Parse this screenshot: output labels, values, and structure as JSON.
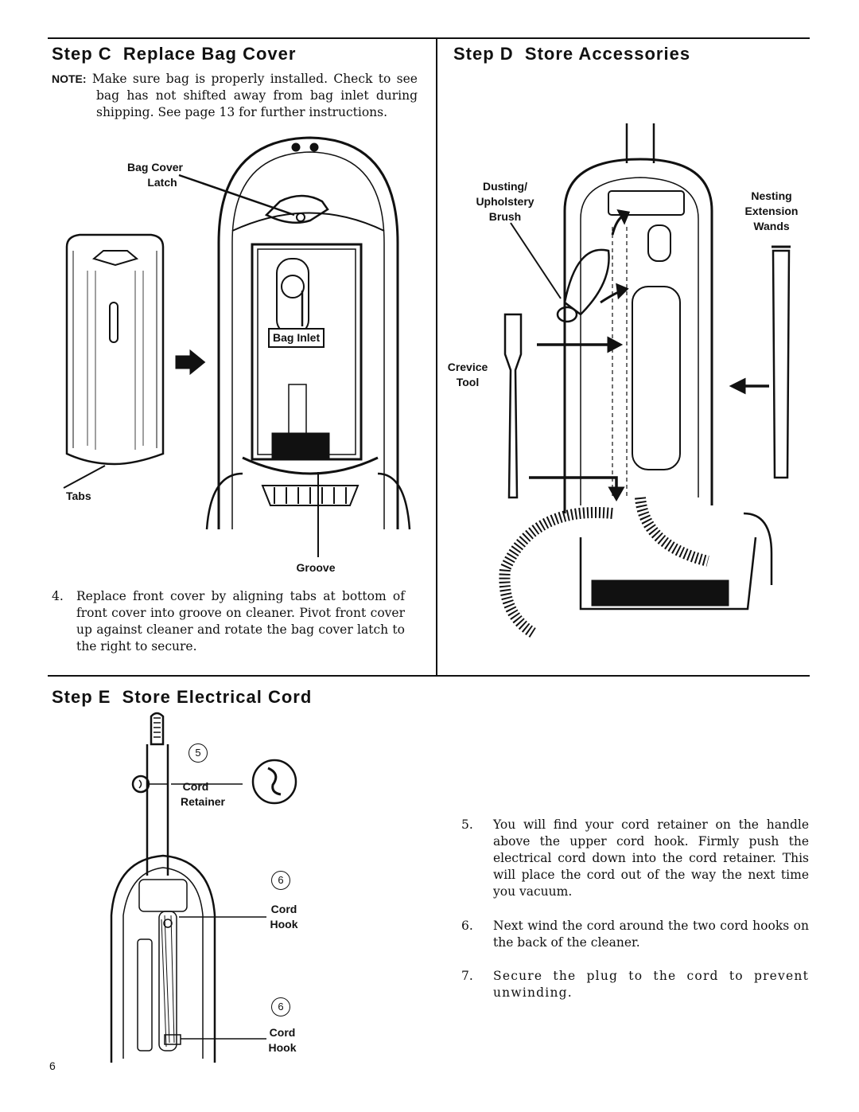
{
  "stepC": {
    "title": "Step C  Replace Bag Cover",
    "note_label": "NOTE:",
    "note_text": "Make sure bag is properly installed. Check to see bag has not shifted away from bag inlet during shipping. See page 13 for further instructions.",
    "labels": {
      "bag_cover_line1": "Bag Cover",
      "bag_cover_line2": "Latch",
      "bag_inlet": "Bag Inlet",
      "tabs": "Tabs",
      "groove": "Groove"
    },
    "step4_num": "4.",
    "step4_text": "Replace front cover by aligning tabs at bottom of front cover into groove on cleaner. Pivot front cover up against cleaner and rotate the bag cover latch to the right to secure."
  },
  "stepD": {
    "title": "Step D  Store Accessories",
    "labels": {
      "dusting_line1": "Dusting/",
      "dusting_line2": "Upholstery",
      "dusting_line3": "Brush",
      "nesting_line1": "Nesting",
      "nesting_line2": "Extension",
      "nesting_line3": "Wands",
      "crevice_line1": "Crevice",
      "crevice_line2": "Tool"
    }
  },
  "stepE": {
    "title": "Step E  Store Electrical Cord",
    "badges": [
      "5",
      "6",
      "6"
    ],
    "labels": {
      "cord_retainer_line1": "Cord",
      "cord_retainer_line2": "Retainer",
      "cord_hook_a_line1": "Cord",
      "cord_hook_a_line2": "Hook",
      "cord_hook_b_line1": "Cord",
      "cord_hook_b_line2": "Hook"
    },
    "steps": [
      {
        "num": "5.",
        "text": "You will find your cord retainer on the handle above the upper cord hook. Firmly push the electrical cord down into the cord retainer. This will place the cord out of the way the next time you vacuum."
      },
      {
        "num": "6.",
        "text": "Next wind the cord around the two cord hooks on the back of the cleaner."
      },
      {
        "num": "7.",
        "text": "Secure the plug to the cord to prevent unwinding."
      }
    ]
  },
  "page_number": "6"
}
